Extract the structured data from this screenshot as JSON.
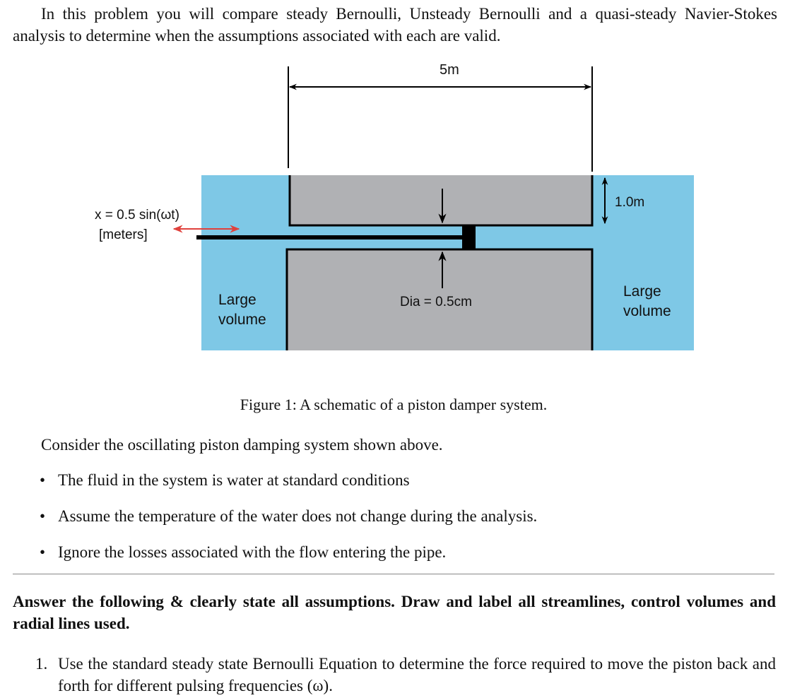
{
  "intro": "In this problem you will compare steady Bernoulli, Unsteady Bernoulli and a quasi-steady Navier-Stokes analysis to determine when the assumptions associated with each are valid.",
  "figure": {
    "length_label": "5m",
    "height_label": "1.0m",
    "motion_label_line1": "x = 0.5 sin(ωt)",
    "motion_label_line2": "[meters]",
    "diameter_label": "Dia = 0.5cm",
    "left_volume_line1": "Large",
    "left_volume_line2": "volume",
    "right_volume_line1": "Large",
    "right_volume_line2": "volume",
    "colors": {
      "water": "#7ec8e6",
      "solid": "#b0b1b4",
      "motion_arrow": "#e0413c",
      "line": "#000000"
    },
    "caption": "Figure 1: A schematic of a piston damper system."
  },
  "consider": "Consider the oscillating piston damping system shown above.",
  "bullets": [
    "The fluid in the system is water at standard conditions",
    "Assume the temperature of the water does not change during the analysis.",
    "Ignore the losses associated with the flow entering the pipe."
  ],
  "answer_heading": "Answer the following & clearly state all assumptions. Draw and label all streamlines, control volumes and radial lines used.",
  "questions": [
    {
      "number": "1.",
      "text": "Use the standard steady state Bernoulli Equation to determine the force required to move the piston back and forth for different pulsing frequencies (ω)."
    }
  ]
}
